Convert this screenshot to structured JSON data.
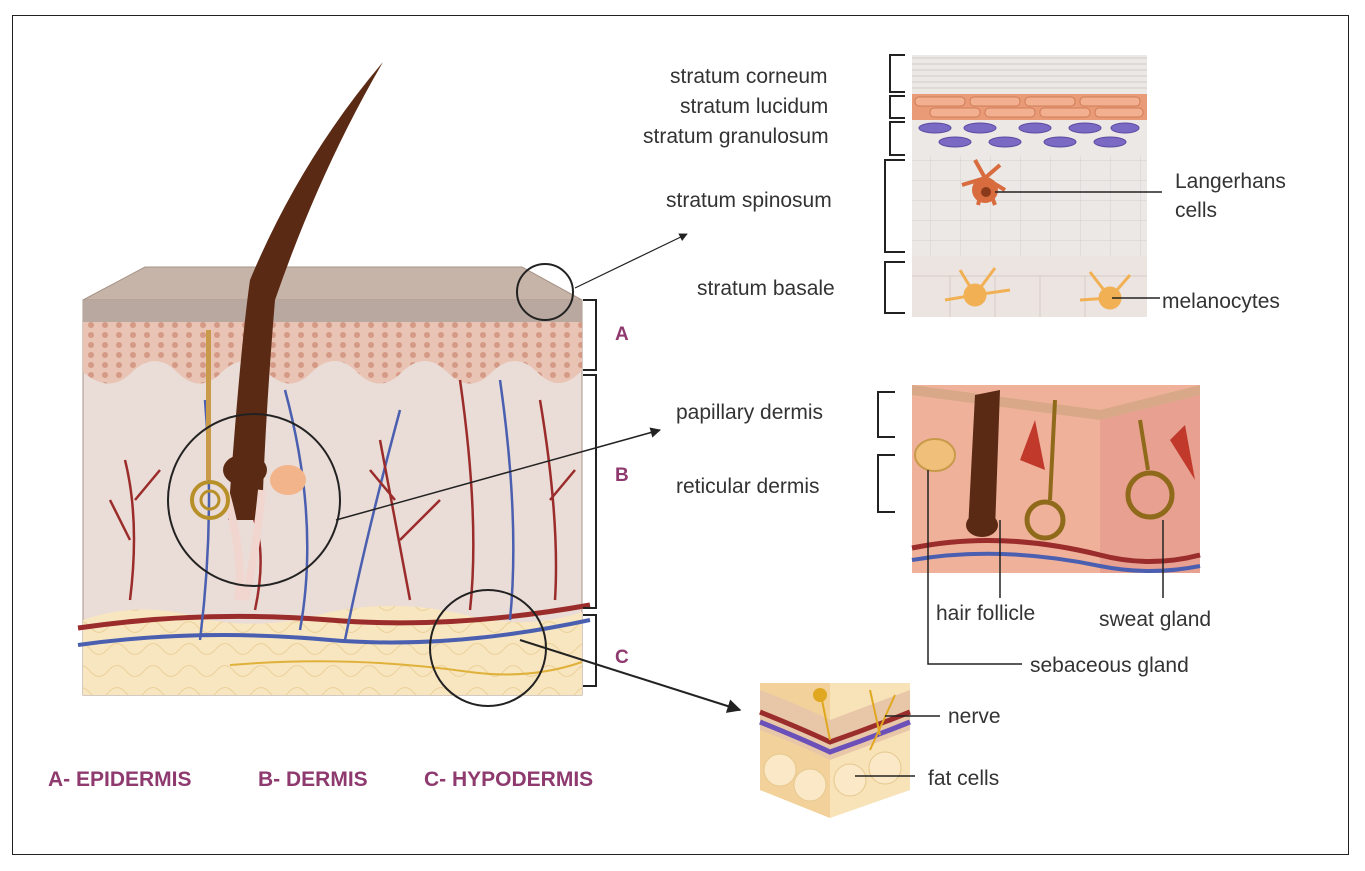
{
  "colors": {
    "accent": "#8e3a6f",
    "label_text": "#333333",
    "epidermis": "#e8b9a8",
    "dermis": "#eadcd6",
    "hypodermis": "#f6e2b8",
    "artery": "#9b2c2c",
    "vein": "#4b5fb0",
    "hair": "#5a2a14"
  },
  "zones": {
    "a": "A",
    "b": "B",
    "c": "C"
  },
  "legend": {
    "epidermis": "A- EPIDERMIS",
    "dermis": "B- DERMIS",
    "hypodermis": "C-  HYPODERMIS"
  },
  "epidermis_layers": {
    "corneum": "stratum corneum",
    "lucidum": "stratum lucidum",
    "granulosum": "stratum granulosum",
    "spinosum": "stratum spinosum",
    "basale": "stratum basale",
    "langerhans_line1": "Langerhans",
    "langerhans_line2": "cells",
    "melanocytes": "melanocytes"
  },
  "dermis_layers": {
    "papillary": "papillary dermis",
    "reticular": "reticular dermis",
    "hair_follicle": "hair follicle",
    "sweat_gland": "sweat gland",
    "sebaceous_gland": "sebaceous gland"
  },
  "hypodermis_parts": {
    "nerve": "nerve",
    "fat_cells": "fat cells"
  }
}
